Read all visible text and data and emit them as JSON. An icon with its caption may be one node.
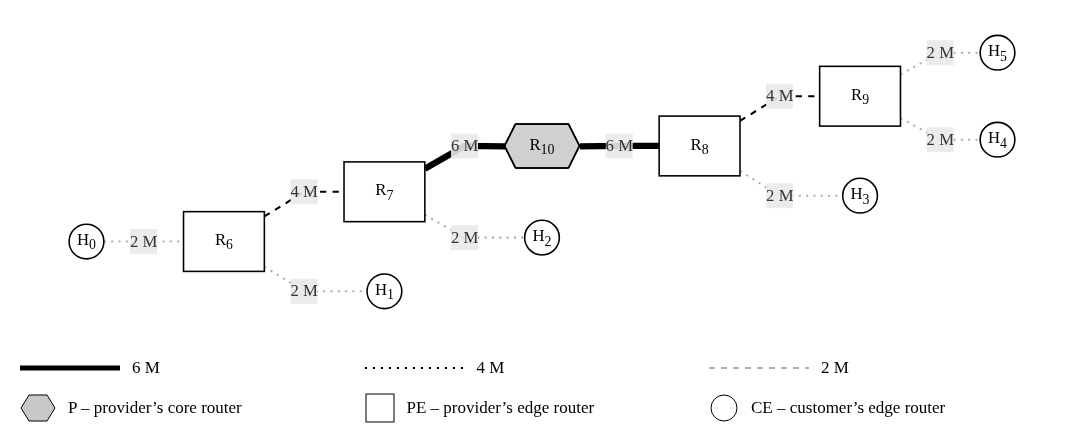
{
  "diagram": {
    "nodes": [
      {
        "text": [
          "H$_{0}$"
        ]
      },
      {
        "text": [
          "R$_{6}$"
        ]
      },
      {
        "text": [
          "R$_{7}$"
        ]
      },
      {
        "text": [
          "R$_{10}$"
        ]
      },
      {
        "text": [
          "R$_{8}$"
        ]
      },
      {
        "text": [
          "R$_{9}$"
        ]
      },
      {
        "text": [
          "H$_{5}$"
        ]
      },
      {
        "text": [
          "H$_{1}$"
        ]
      },
      {
        "text": [
          "H$_{2}$"
        ]
      },
      {
        "text": [
          "H$_{3}$"
        ]
      },
      {
        "text": [
          "H$_{4}$"
        ]
      }
    ],
    "edges": [
      {
        "from": 0,
        "to": 1,
        "arrow": "none",
        "label": "2 M",
        "style": "dashed"
      },
      {
        "from": 1,
        "to": 2,
        "arrow": "none",
        "label": "4 M",
        "style": "dashed",
        "color": "#000000"
      },
      {
        "from": 2,
        "to": 3,
        "arrow": "none",
        "label": "6 M",
        "style": "thick",
        "color": "#000000"
      },
      {
        "from": 3,
        "to": 4,
        "arrow": "none",
        "label": "6 M",
        "style": "thick",
        "color": "#000000"
      },
      {
        "from": 4,
        "to": 5,
        "arrow": "none",
        "label": "4 M",
        "style": "dashed",
        "color": "#000000"
      },
      {
        "from": 5,
        "to": 6,
        "arrow": "none",
        "label": "2 M",
        "style": "dashed"
      },
      {
        "from": 1,
        "to": 7,
        "arrow": "none",
        "label": "2 M",
        "style": "dashed"
      },
      {
        "from": 2,
        "to": 8,
        "arrow": "none",
        "label": "2 M",
        "style": "dashed"
      },
      {
        "from": 4,
        "to": 9,
        "arrow": "none",
        "label": "2 M",
        "style": "dashed"
      },
      {
        "from": 5,
        "to": 10,
        "arrow": "none",
        "label": "2 M",
        "style": "dashed"
      }
    ],
    "legend": [
      {
        "text": "6 M"
      },
      {
        "text": "4 M"
      },
      {
        "text": "2 M"
      },
      {
        "text": "P – provider’s core router"
      },
      {
        "text": "PE – provider’s edge router"
      },
      {
        "text": "CE – customer’s edge router"
      }
    ]
  }
}
